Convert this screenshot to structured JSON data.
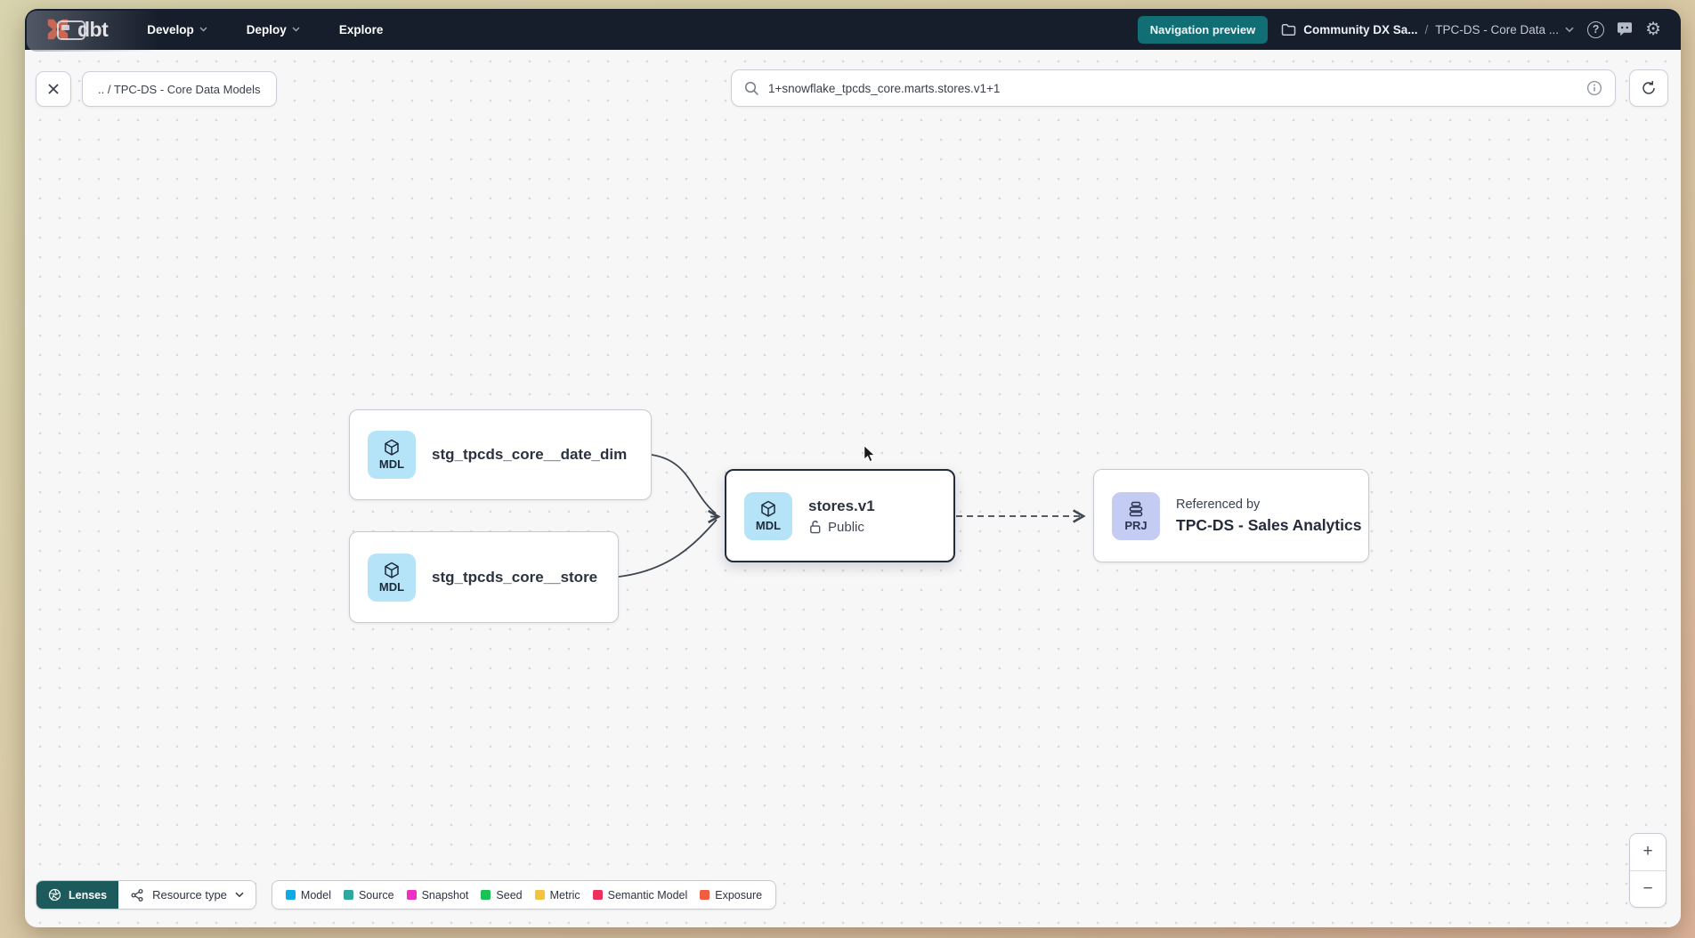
{
  "colors": {
    "navbar_bg": "#171e2b",
    "accent_teal": "#116e74",
    "lenses_teal": "#1d5a5c",
    "dbt_orange": "#fb4f27",
    "model_badge_bg": "#b5e3f8",
    "project_badge_bg": "#c5ccf4",
    "canvas_bg": "#f7f7f8"
  },
  "navbar": {
    "logo_text": "dbt",
    "menu_develop": "Develop",
    "menu_deploy": "Deploy",
    "menu_explore": "Explore",
    "preview_badge": "Navigation preview",
    "breadcrumb_project": "Community DX Sa...",
    "breadcrumb_separator": "/",
    "breadcrumb_page": "TPC-DS - Core Data ..."
  },
  "icons": {
    "help_glyph": "?",
    "gear_glyph": "⚙"
  },
  "toolbar": {
    "path_chip": ".. / TPC-DS - Core Data Models",
    "search_value": "1+snowflake_tpcds_core.marts.stores.v1+1"
  },
  "graph": {
    "nodes": {
      "date_dim": {
        "badge": "MDL",
        "label": "stg_tpcds_core__date_dim"
      },
      "store": {
        "badge": "MDL",
        "label": "stg_tpcds_core__store"
      },
      "stores_v1": {
        "badge": "MDL",
        "label": "stores.v1",
        "visibility": "Public"
      },
      "sales_analytics": {
        "badge": "PRJ",
        "eyebrow": "Referenced by",
        "label": "TPC-DS - Sales Analytics"
      }
    }
  },
  "footer": {
    "lenses": "Lenses",
    "resource_type": "Resource type",
    "legend": [
      {
        "label": "Model",
        "color": "#0fa9e6"
      },
      {
        "label": "Source",
        "color": "#2fa8a0"
      },
      {
        "label": "Snapshot",
        "color": "#ed30c3"
      },
      {
        "label": "Seed",
        "color": "#19c157"
      },
      {
        "label": "Metric",
        "color": "#f3c33f"
      },
      {
        "label": "Semantic Model",
        "color": "#ee2e5b"
      },
      {
        "label": "Exposure",
        "color": "#f25c40"
      }
    ]
  },
  "zoom_controls": {
    "zoom_in": "+",
    "zoom_out": "−"
  }
}
